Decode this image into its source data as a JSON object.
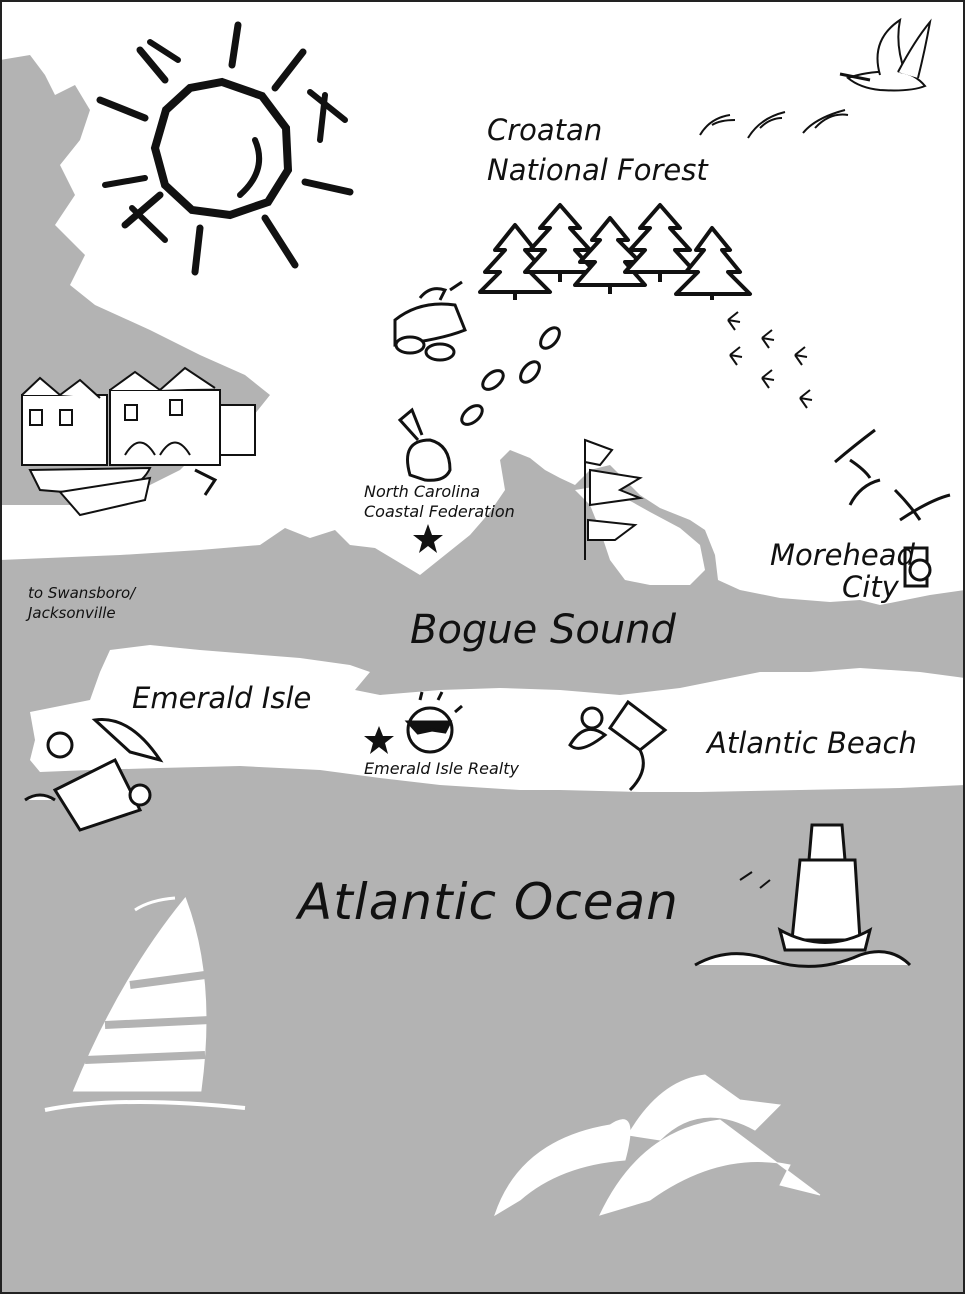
{
  "colors": {
    "water": "#b3b3b3",
    "land": "#ffffff",
    "ink": "#111111",
    "frame": "#222222"
  },
  "labels": {
    "forest": [
      "Croatan",
      "National Forest"
    ],
    "ncc_federation": [
      "North Carolina",
      "Coastal Federation"
    ],
    "morehead": [
      "Morehead",
      "City"
    ],
    "swansboro": [
      "to Swansboro/",
      "Jacksonville"
    ],
    "bogue_sound": "Bogue Sound",
    "emerald_isle": "Emerald Isle",
    "emerald_realty": "Emerald Isle Realty",
    "atlantic_beach": "Atlantic Beach",
    "atlantic_ocean": "Atlantic Ocean"
  },
  "icons": [
    "sun-icon",
    "pelican-flying-icon",
    "birds-flock-icon",
    "pine-trees-icon",
    "bird-on-pilings-icon",
    "footprints-icon",
    "bird-tracks-icon",
    "waterfront-town-icon",
    "pelican-standing-icon",
    "flags-icon",
    "seagulls-icon",
    "kite-icon",
    "beach-chair-umbrella-icon",
    "sunglasses-sun-icon",
    "lighthouse-buoy-icon",
    "sailboat-icon",
    "dolphins-icon",
    "star-icon"
  ]
}
